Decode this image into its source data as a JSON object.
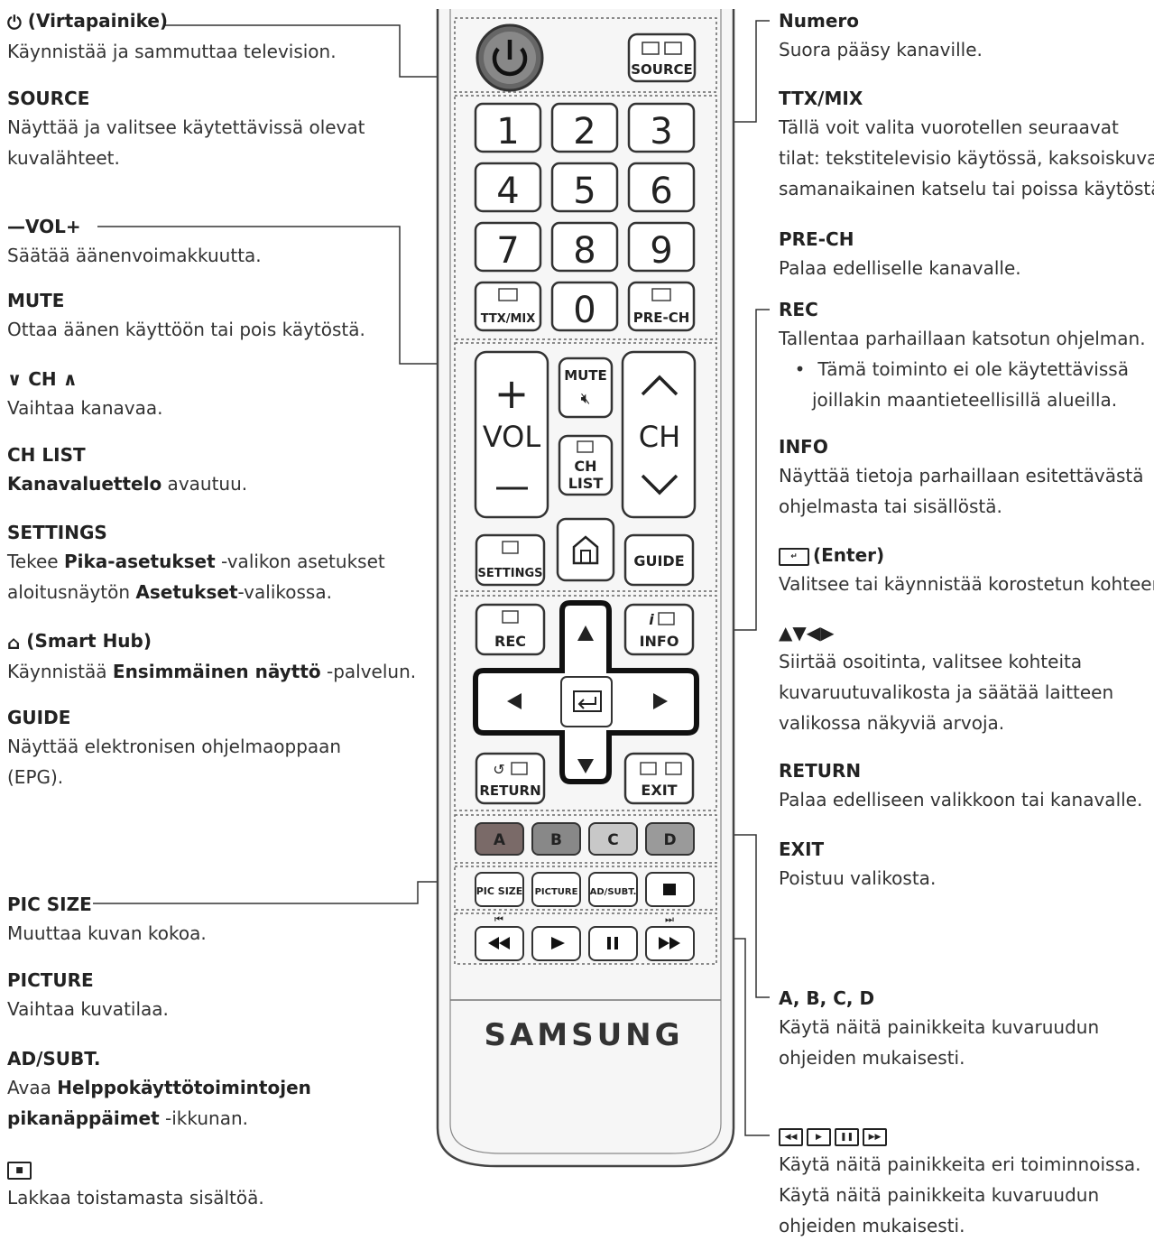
{
  "left": [
    {
      "title": "(Virtapainike)",
      "desc": "Käynnistää ja sammuttaa television."
    },
    {
      "title": "SOURCE",
      "desc": "Näyttää ja valitsee käytettävissä olevat",
      "desc2": "kuvalähteet."
    },
    {
      "title": "VOL",
      "title_minus": "—",
      "title_plus": "+",
      "desc": "Säätää äänenvoimakkuutta."
    },
    {
      "title": "MUTE",
      "desc": "Ottaa äänen käyttöön tai pois käytöstä."
    },
    {
      "title": "CH",
      "desc": "Vaihtaa kanavaa."
    },
    {
      "title": "CH LIST",
      "desc_bold": "Kanavaluettelo",
      "desc_rest": " avautuu."
    },
    {
      "title": "SETTINGS",
      "desc_a": "Tekee ",
      "desc_bold": "Pika-asetukset",
      "desc_b": " -valikon asetukset",
      "desc2_a": "aloitusnäytön ",
      "desc2_bold": "Asetukset",
      "desc2_b": "-valikossa."
    },
    {
      "title": "(Smart Hub)",
      "desc_a": "Käynnistää ",
      "desc_bold": "Ensimmäinen näyttö",
      "desc_b": " -palvelun."
    },
    {
      "title": "GUIDE",
      "desc": "Näyttää elektronisen ohjelmaoppaan",
      "desc2": "(EPG)."
    },
    {
      "title": "PIC SIZE",
      "desc": "Muuttaa kuvan kokoa."
    },
    {
      "title": "PICTURE",
      "desc": "Vaihtaa kuvatilaa."
    },
    {
      "title": "AD/SUBT.",
      "desc_a": "Avaa ",
      "desc_bold": "Helppokäyttötoimintojen",
      "desc2_bold": "pikanäppäimet",
      "desc2_b": " -ikkunan."
    },
    {
      "title": "",
      "desc": "Lakkaa toistamasta sisältöä."
    }
  ],
  "right": [
    {
      "title": "Numero",
      "desc": "Suora pääsy kanaville."
    },
    {
      "title": "TTX/MIX",
      "desc": "Tällä voit valita vuorotellen seuraavat",
      "desc2": "tilat: tekstitelevisio käytössä, kaksoiskuva,",
      "desc3": "samanaikainen katselu tai poissa käytöstä."
    },
    {
      "title": "PRE-CH",
      "desc": "Palaa edelliselle kanavalle."
    },
    {
      "title": "REC",
      "desc": "Tallentaa parhaillaan katsotun ohjelman.",
      "bullet": "Tämä toiminto ei ole käytettävissä",
      "bullet2": "joillakin maantieteellisillä alueilla."
    },
    {
      "title": "INFO",
      "desc": "Näyttää tietoja parhaillaan esitettävästä",
      "desc2": "ohjelmasta tai sisällöstä."
    },
    {
      "title": "(Enter)",
      "desc": "Valitsee tai käynnistää korostetun kohteen."
    },
    {
      "title": "▲▼◀▶",
      "desc": "Siirtää osoitinta, valitsee kohteita",
      "desc2": "kuvaruutuvalikosta ja säätää laitteen",
      "desc3": "valikossa näkyviä arvoja."
    },
    {
      "title": "RETURN",
      "desc": "Palaa edelliseen valikkoon tai kanavalle."
    },
    {
      "title": "EXIT",
      "desc": "Poistuu valikosta."
    },
    {
      "title": "A, B, C, D",
      "desc": "Käytä näitä painikkeita kuvaruudun",
      "desc2": "ohjeiden mukaisesti."
    },
    {
      "title": "",
      "desc": "Käytä näitä painikkeita eri toiminnoissa.",
      "desc2": "Käytä näitä painikkeita kuvaruudun",
      "desc3": "ohjeiden mukaisesti."
    }
  ],
  "remote": {
    "source": "SOURCE",
    "digits": [
      "1",
      "2",
      "3",
      "4",
      "5",
      "6",
      "7",
      "8",
      "9",
      "0"
    ],
    "ttx": "TTX/MIX",
    "prech": "PRE-CH",
    "vol": "VOL",
    "mute": "MUTE",
    "ch": "CH",
    "chlist_1": "CH",
    "chlist_2": "LIST",
    "settings": "SETTINGS",
    "guide": "GUIDE",
    "rec": "REC",
    "info": "INFO",
    "return": "RETURN",
    "exit": "EXIT",
    "color_keys": [
      "A",
      "B",
      "C",
      "D"
    ],
    "picsize": "PIC SIZE",
    "picture": "PICTURE",
    "adsubt": "AD/SUBT.",
    "brand": "SAMSUNG"
  }
}
